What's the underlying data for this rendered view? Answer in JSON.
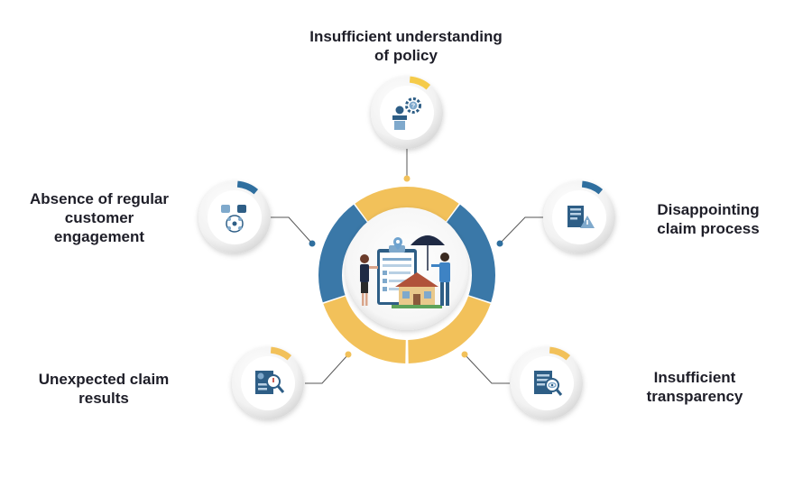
{
  "center": {
    "icon": "insurance-claim-illustration-icon",
    "colors": {
      "yellow": "#F2C15A",
      "blue": "#3A78A8",
      "light": "#e8e8e8"
    }
  },
  "challenges": [
    {
      "id": "top",
      "lines": [
        "Insufficient understanding",
        "of policy"
      ],
      "icon": "speaker-question-gear-icon",
      "accent": "#F5CB4A"
    },
    {
      "id": "left",
      "lines": [
        "Absence of regular",
        "customer",
        "engagement"
      ],
      "icon": "feedback-network-icon",
      "accent": "#2F6F9F"
    },
    {
      "id": "right",
      "lines": [
        "Disappointing",
        "claim process"
      ],
      "icon": "document-warning-icon",
      "accent": "#2F6F9F"
    },
    {
      "id": "bottom-left",
      "lines": [
        "Unexpected claim",
        "results"
      ],
      "icon": "document-alert-search-icon",
      "accent": "#F2C15A"
    },
    {
      "id": "bottom-right",
      "lines": [
        "Insufficient",
        "transparency"
      ],
      "icon": "document-eye-icon",
      "accent": "#F2C15A"
    }
  ]
}
